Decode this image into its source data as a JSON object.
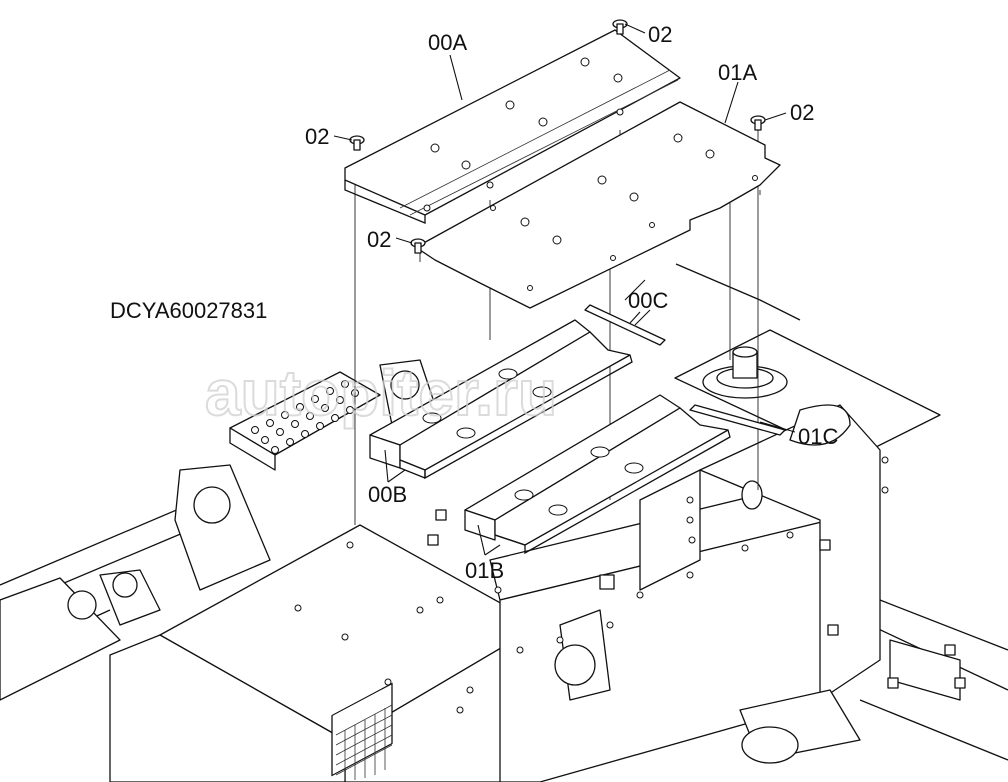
{
  "figure_id": "DCYA60027831",
  "watermark": "autopiter.ru",
  "callouts": {
    "c_00A": "00A",
    "c_01A": "01A",
    "c_02_top": "02",
    "c_02_right": "02",
    "c_02_left": "02",
    "c_02_mid": "02",
    "c_00C": "00C",
    "c_01C": "01C",
    "c_00B": "00B",
    "c_01B": "01B"
  },
  "colors": {
    "line": "#111111",
    "background": "#ffffff",
    "watermark": "#cfcfcf"
  }
}
